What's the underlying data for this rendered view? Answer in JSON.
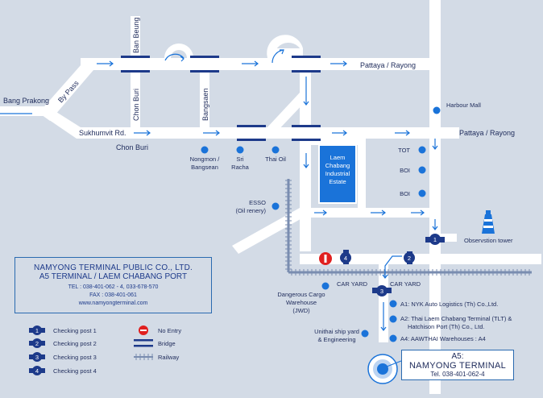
{
  "roads": {
    "bang_prakong": "Bang Prakong",
    "by_pass": "By Pass",
    "ban_beung": "Ban Beung",
    "chon_buri_vertical": "Chon Buri",
    "bangsaen_vertical": "Bangsaen",
    "pattaya_rayong_top": "Pattaya / Rayong",
    "sukhumvit": "Sukhumvit Rd.",
    "chon_buri": "Chon Buri",
    "pattaya_rayong_mid": "Pattaya / Rayong"
  },
  "places": {
    "harbour_mall": "Harbour Mall",
    "nongmon_1": "Nongmon /",
    "nongmon_2": "Bangsean",
    "sri_1": "Sri",
    "sri_2": "Racha",
    "thai_oil": "Thai Oil",
    "laem_1": "Laem",
    "laem_2": "Chabang",
    "laem_3": "Industrial",
    "laem_4": "Estate",
    "tot": "TOT",
    "boi_1": "BOI",
    "boi_2": "BOI",
    "esso_1": "ESSO",
    "esso_2": "(Oil renery)",
    "observation": "Observstion tower",
    "car_yard_1": "CAR YARD",
    "car_yard_2": "CAR YARD",
    "dangerous_1": "Dangerous Cargo",
    "dangerous_2": "Warehouse",
    "dangerous_3": "(JWD)",
    "unithai_1": "Unithai ship yard",
    "unithai_2": "& Engineering",
    "a1": "A1:  NYK Auto Logistics (Th) Co.,Ltd.",
    "a2_1": "A2: Thai Laem Chabang Terminal (TLT)  &",
    "a2_2": "Hatchison Port (Th) Co., Ltd.",
    "a4": "A4:  AAWTHAI Warehouses : A4"
  },
  "checkpoints": {
    "cp1": "1",
    "cp2": "2",
    "cp3": "3",
    "cp4": "4"
  },
  "company": {
    "name": "NAMYONG TERMINAL PUBLIC CO., LTD.",
    "terminal": "A5 TERMINAL / LAEM CHABANG PORT",
    "tel": "TEL : 038-401-062 - 4, 033-678-570",
    "fax": "FAX : 038-401-061",
    "web": "www.namyongterminal.com"
  },
  "legend": {
    "cp1": "Checking post 1",
    "cp2": "Checking post 2",
    "cp3": "Checking post 3",
    "cp4": "Checking post 4",
    "no_entry": "No Entry",
    "bridge": "Bridge",
    "railway": "Railway",
    "n1": "1",
    "n2": "2",
    "n3": "3",
    "n4": "4"
  },
  "destination": {
    "code": "A5:",
    "name": "NAMYONG TERMINAL",
    "tel": "Tel. 038-401-062-4"
  },
  "colors": {
    "road": "#ffffff",
    "background": "#d3dbe6",
    "marker": "#1a73d9",
    "text": "#1d2a5a",
    "no_entry": "#e02020",
    "estate": "#1a73d9"
  }
}
